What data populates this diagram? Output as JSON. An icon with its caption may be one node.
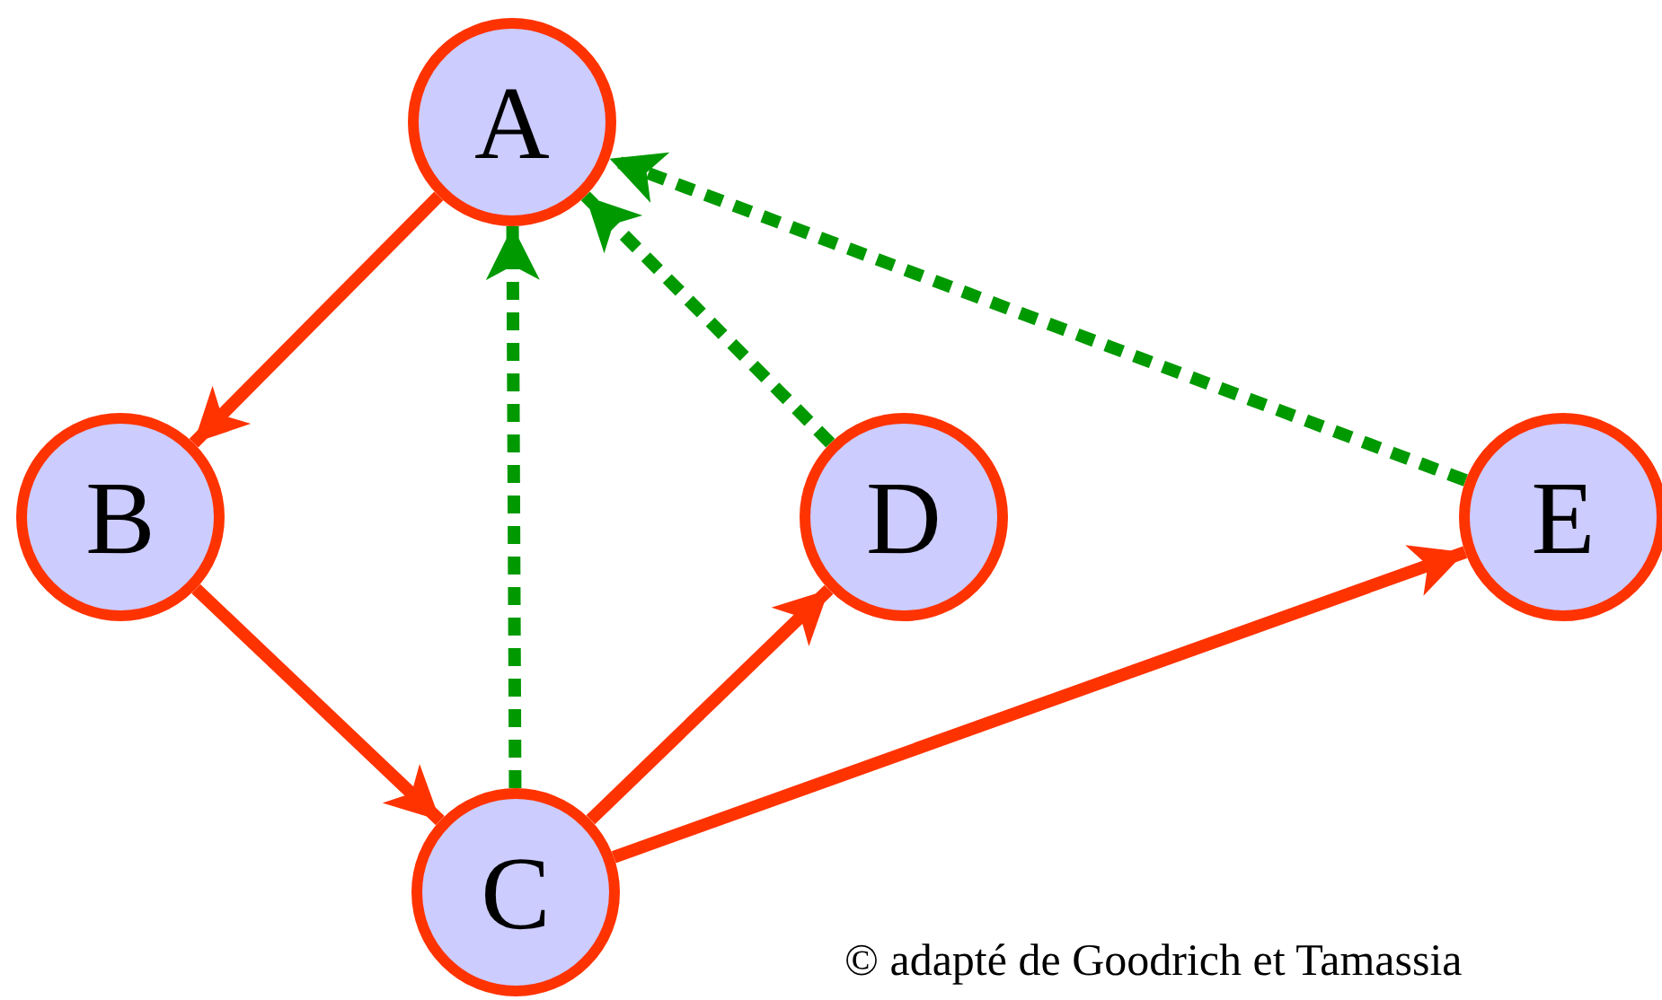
{
  "diagram": {
    "nodes": [
      {
        "text": [
          "A"
        ]
      },
      {
        "text": [
          "B"
        ]
      },
      {
        "text": [
          "D"
        ]
      },
      {
        "text": [
          "E"
        ]
      },
      {
        "text": [
          "C"
        ]
      }
    ],
    "edges": [
      {
        "from": 0,
        "to": 1,
        "arrow": "to"
      },
      {
        "from": 1,
        "to": 4,
        "arrow": "to"
      },
      {
        "from": 4,
        "to": 2,
        "arrow": "to"
      },
      {
        "from": 4,
        "to": 3,
        "arrow": "to"
      },
      {
        "from": 4,
        "to": 0,
        "arrow": "to",
        "style": "dashed",
        "color": "#009900"
      },
      {
        "from": 2,
        "to": 0,
        "arrow": "to",
        "style": "dashed",
        "color": "#009900"
      },
      {
        "from": 3,
        "to": 0,
        "arrow": "to",
        "style": "dashed",
        "color": "#009900"
      }
    ],
    "labels": [
      "© adapté de Goodrich et Tamassia"
    ]
  }
}
